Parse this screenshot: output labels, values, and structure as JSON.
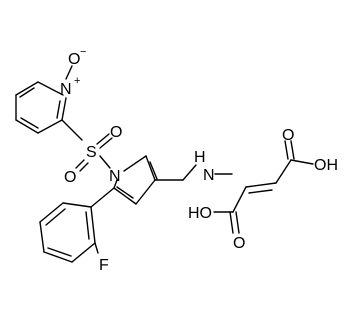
{
  "atoms": {
    "pyridine_n": "N",
    "n_oxide_o": "O",
    "s": "S",
    "so2_o_upper": "O",
    "so2_o_lower": "O",
    "pyrrole_n": "N",
    "amine_h": "H",
    "amine_n": "N",
    "f": "F",
    "acid_o_top": "O",
    "acid_oh_right": "OH",
    "acid_ho_left": "HO",
    "acid_o_bottom": "O"
  },
  "charges": {
    "pyridine_n": "+",
    "n_oxide_o": "−"
  }
}
